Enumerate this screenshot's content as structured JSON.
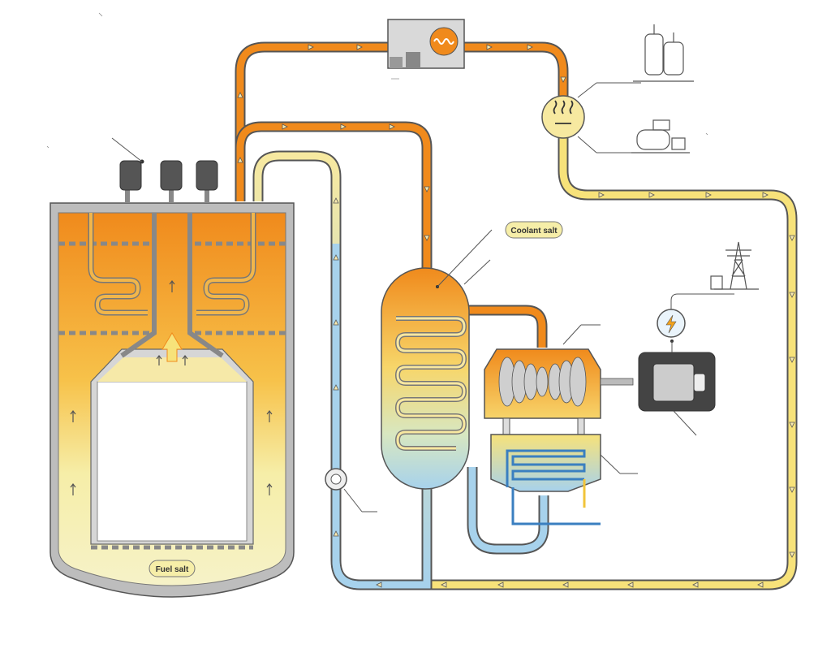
{
  "labels": {
    "fuel_salt": "Fuel salt",
    "coolant_salt": "Coolant salt"
  },
  "colors": {
    "hot_orange": "#f08a1c",
    "warm_yellow": "#f7e27a",
    "pale_yellow": "#f6f2c8",
    "cool_blue": "#a7d2ec",
    "outline": "#555555",
    "steel": "#9a9a9a"
  },
  "components": {
    "reactor_vessel": "reactor",
    "control_rod_drives": "control-rod-drive",
    "primary_heat_exchanger": "heat-exchanger",
    "turbine": "turbine",
    "generator": "generator",
    "condenser": "condenser",
    "pump": "pump",
    "process_heat_exchanger": "heat-icon",
    "thermal_storage": "wave-icon",
    "grid": "transmission-tower-icon",
    "meter": "lightning-icon"
  }
}
